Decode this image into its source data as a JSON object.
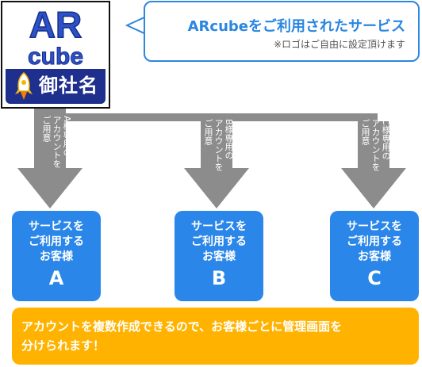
{
  "logo": {
    "text_line1": "AR",
    "text_line2": "cube",
    "company_name": "御社名",
    "icon": "rocket-icon",
    "colors": {
      "mark": "#2c52c8",
      "band": "#1f2f8e"
    }
  },
  "callout": {
    "title": "ARcubeをご利用されたサービス",
    "note": "※ロゴはご自由に設定頂けます"
  },
  "arrows": [
    {
      "label_line1": "A様専用の",
      "label_line2": "アカウントを",
      "label_line3": "ご用意"
    },
    {
      "label_line1": "B様専用の",
      "label_line2": "アカウントを",
      "label_line3": "ご用意"
    },
    {
      "label_line1": "C様専用の",
      "label_line2": "アカウントを",
      "label_line3": "ご用意"
    }
  ],
  "customers": [
    {
      "line1": "サービスを",
      "line2": "ご利用する",
      "line3": "お客様",
      "letter": "A"
    },
    {
      "line1": "サービスを",
      "line2": "ご利用する",
      "line3": "お客様",
      "letter": "B"
    },
    {
      "line1": "サービスを",
      "line2": "ご利用する",
      "line3": "お客様",
      "letter": "C"
    }
  ],
  "banner": {
    "line1": "アカウントを複数作成できるので、お客様ごとに管理画面を",
    "line2": "分けられます！"
  },
  "colors": {
    "connector": "#8c8c8c",
    "customer_box": "#2a86e8",
    "banner": "#ffb300",
    "callout_border": "#2e86de",
    "callout_title": "#2a86e0"
  }
}
